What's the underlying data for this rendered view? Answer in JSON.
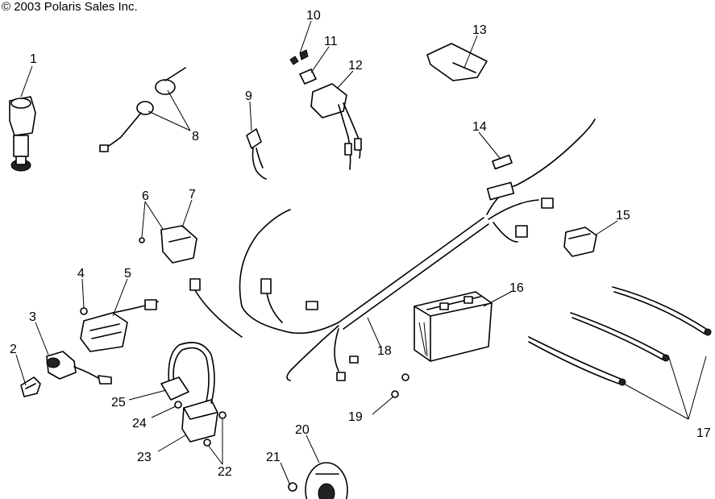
{
  "copyright": "© 2003 Polaris Sales Inc.",
  "callouts": [
    "1",
    "2",
    "3",
    "4",
    "5",
    "6",
    "7",
    "8",
    "9",
    "10",
    "11",
    "12",
    "13",
    "14",
    "15",
    "16",
    "17",
    "18",
    "19",
    "20",
    "21",
    "22",
    "23",
    "24",
    "25"
  ]
}
